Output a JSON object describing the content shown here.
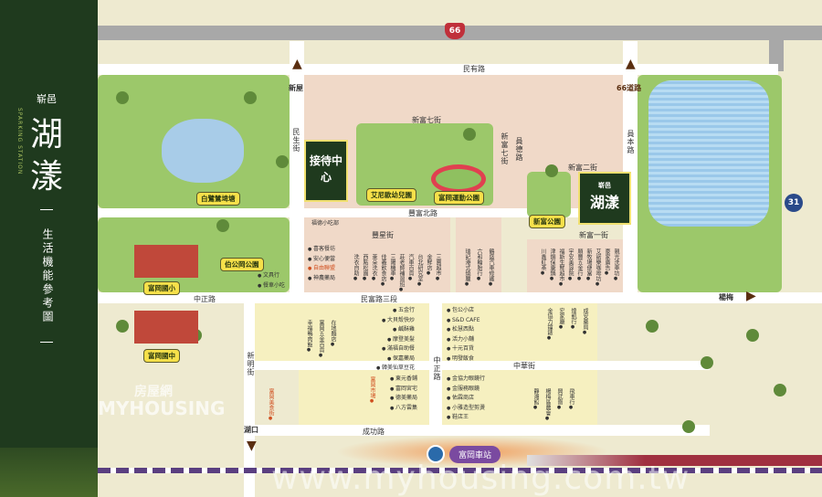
{
  "brand": {
    "prefix": "崭邑",
    "name1": "湖",
    "name2": "漾",
    "english": "SPARKING STATION",
    "subtitle": "生活機能參考圖"
  },
  "roads": {
    "minyou": "民有路",
    "xinwu": "新屋",
    "hwy66": "66道路",
    "shield66": "66",
    "shield31": "31",
    "minsheng": "民生街",
    "xinfu7_a": "新富七街",
    "xinfu7_b": "新富七街",
    "yuande": "員德路",
    "yuanben": "員本路",
    "xinfu2": "新富二街",
    "xinfu1": "新富一街",
    "fengfubei": "豐富北路",
    "fengxing": "豐星街",
    "minfu3": "民富路三段",
    "zhongzheng_w": "中正路",
    "zhongzheng_c": "中正路",
    "xinming": "新明街",
    "zhonghua": "中華街",
    "chenggong": "成功路",
    "yangmei": "楊梅",
    "hukou": "湖口"
  },
  "places": {
    "reception": "接待中心",
    "egret_pond": "白鷺鷥埤塘",
    "kindergarten": "艾尼歐幼兒園",
    "sports_park": "富岡運動公園",
    "xinfu_park": "新富公園",
    "bogong_park": "伯公岡公園",
    "elem_school": "富岡國小",
    "jr_high": "富岡國中",
    "station": "富岡車站",
    "market": "富岡市場",
    "site_sign1": "崭邑",
    "site_sign2": "湖漾"
  },
  "shops": {
    "block_a_left": [
      "喜客餐坊",
      "安心便當",
      "自由聯盟",
      "神農藥局"
    ],
    "block_a_top": "福德小吃部",
    "block_a_vertical": [
      "洗衣自助",
      "西點松園",
      "萊朵洗衣",
      "佳義飲食店",
      "三陽機車",
      "莊老師補習班",
      "汽車百貨",
      "台北研究室",
      "金鮮店",
      "三寶超市"
    ],
    "block_b_vertical": [
      "瑞記港式燒臘",
      "六和輪胎行",
      "鶴盛汽車修護"
    ],
    "block_c_list": [
      "五金行",
      "大貝殼快炒",
      "鹹酥雞",
      "摩登美髮",
      "滿福自助餐",
      "保嘉藥局",
      "韓美仙草豆花"
    ],
    "block_c_vertical": [
      "幸福鴨肉飯",
      "富岡五金百貨",
      "在地麵店"
    ],
    "block_d_list": [
      "包公小店",
      "S&D CAFE",
      "松慧西點",
      "活力小舖",
      "十元百貨",
      "明發飯食"
    ],
    "block_d_vertical": [
      "金協力鐘錶",
      "宏家廳",
      "煌凱行",
      "成安藥局"
    ],
    "block_e_list": [
      "東元香鋪",
      "富岡宮宅",
      "德美藥局",
      "八方雲集"
    ],
    "block_f_list": [
      "金協力眼鏡行",
      "金服務眼鏡",
      "佑霖商店",
      "小雅造型剪燙",
      "鞋店王"
    ],
    "block_f_vertical": [
      "靜湘館",
      "楊梅區農會",
      "興武齋",
      "飛車行"
    ],
    "block_g_vertical": [
      "川鑫紅茶",
      "津鋼保康鍋",
      "福斯生鮮超市",
      "宇安美容院",
      "順豐五金行",
      "新牧場便當",
      "艾諾樂咖啡坊",
      "豪家廣告",
      "親光洗車坊"
    ],
    "food_plaza": "富岡美食街",
    "misc": [
      "文具行",
      "餐車小吃"
    ]
  },
  "watermark": {
    "url": "www.myhousing.com.tw",
    "logo_cn": "房屋網",
    "logo_en": "MYHOUSING"
  }
}
